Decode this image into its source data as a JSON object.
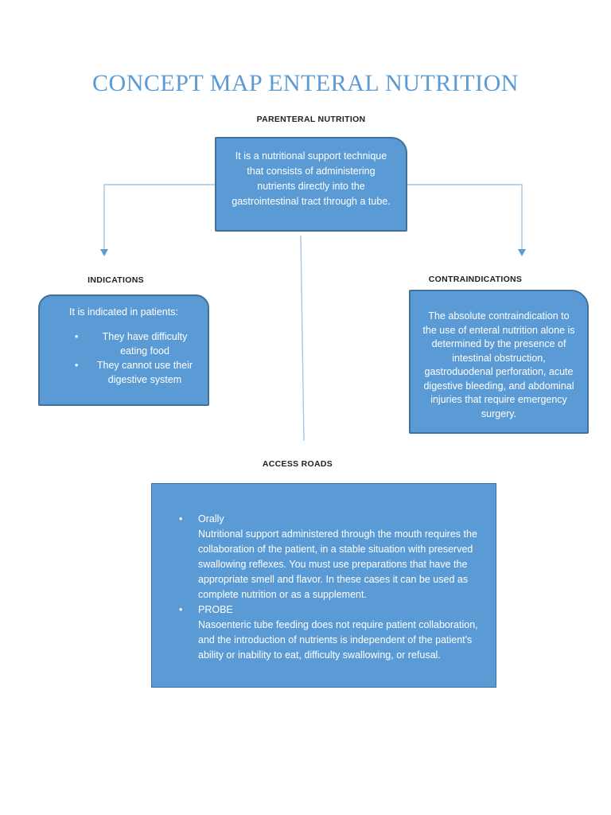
{
  "title": "CONCEPT MAP ENTERAL NUTRITION",
  "glyphs": {
    "bullet": "•"
  },
  "colors": {
    "accent_fill": "#5b9bd5",
    "accent_border": "#41719c",
    "connector_line": "#a3c6e8",
    "arrowhead": "#5b9bd5",
    "title_text": "#5b9bd5",
    "label_text": "#1f1f1f",
    "box_text": "#ffffff"
  },
  "nodes": {
    "parenteral": {
      "label": "PARENTERAL NUTRITION",
      "text": "It is a nutritional support technique that consists of administering nutrients directly into the gastrointestinal tract through a tube."
    },
    "indications": {
      "label": "INDICATIONS",
      "intro": "It is indicated in patients:",
      "bullets": [
        "They have difficulty eating food",
        "They cannot use their digestive system"
      ]
    },
    "contraindications": {
      "label": "CONTRAINDICATIONS",
      "text": "The absolute contraindication to the use of enteral nutrition alone is determined by the presence of intestinal obstruction, gastroduodenal perforation, acute digestive bleeding, and abdominal injuries that require emergency surgery."
    },
    "access_roads": {
      "label": "ACCESS ROADS",
      "items": [
        {
          "term": "Orally",
          "description": "Nutritional support administered through the mouth requires the collaboration of the patient, in a stable situation with preserved swallowing reflexes. You must use preparations that have the appropriate smell and flavor. In these cases it can be used as complete nutrition or as a supplement."
        },
        {
          "term": "PROBE",
          "description": "Nasoenteric tube feeding does not require patient collaboration, and the introduction of nutrients is independent of the patient's ability or inability to eat, difficulty swallowing, or refusal."
        }
      ]
    }
  }
}
